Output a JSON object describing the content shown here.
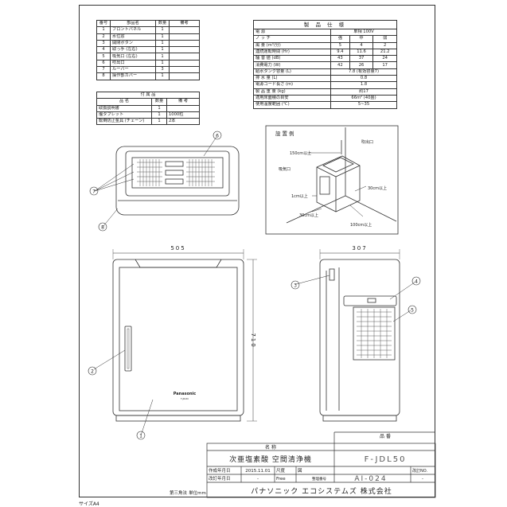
{
  "parts_table": {
    "headers": [
      "番号",
      "部品名",
      "数量",
      "備考"
    ],
    "rows": [
      [
        "1",
        "フロントパネル",
        "1",
        ""
      ],
      [
        "2",
        "水位窓",
        "1",
        ""
      ],
      [
        "3",
        "開閉ボタン",
        "1",
        ""
      ],
      [
        "4",
        "取っ手 (左右)",
        "1",
        ""
      ],
      [
        "5",
        "吸気口 (左右)",
        "1",
        ""
      ],
      [
        "6",
        "吹出口",
        "1",
        ""
      ],
      [
        "7",
        "ルーバー",
        "3",
        ""
      ],
      [
        "8",
        "操作部カバー",
        "1",
        ""
      ]
    ]
  },
  "accessory_table": {
    "title": "付 属 品",
    "headers": [
      "品 名",
      "数量",
      "備 考"
    ],
    "rows": [
      [
        "取扱説明書",
        "1",
        ""
      ],
      [
        "塩タブレット",
        "1",
        "1000粒"
      ],
      [
        "転倒防止金具 (チェーン)",
        "1",
        "2本"
      ]
    ]
  },
  "spec_table": {
    "title": "製 品 仕 様",
    "rows": [
      [
        "電 源",
        "単相 100V",
        "",
        ""
      ],
      [
        "ノ ッ チ",
        "強",
        "中",
        "弱"
      ],
      [
        "風 量 (m³/分)",
        "5",
        "4",
        "2"
      ],
      [
        "連続運転時間 (Hr)",
        "9.4",
        "11.6",
        "21.2"
      ],
      [
        "騒 音 値 (dB)",
        "43",
        "37",
        "24"
      ],
      [
        "消費電力 (W)",
        "42",
        "26",
        "17"
      ],
      [
        "給水タンク容量 (L)",
        "7.8 (有効容量7)",
        "",
        ""
      ],
      [
        "排 水 量 (L)",
        "0.8",
        "",
        ""
      ],
      [
        "電源コード長さ (m)",
        "1.8",
        "",
        ""
      ],
      [
        "製 品 重 量 (kg)",
        "約17",
        "",
        ""
      ],
      [
        "適用床面積の目安",
        "66m² (40畳)",
        "",
        ""
      ],
      [
        "使用温度範囲 (℃)",
        "5~35",
        "",
        ""
      ]
    ]
  },
  "install": {
    "title": "設置例",
    "top_clearance": "150cm以上",
    "outlet_label": "吹出口",
    "inlet_label": "吸気口",
    "right_clearance": "30cm以上",
    "side_clearance": "1cm以上",
    "back_clearance": "30cm以上",
    "front_clearance": "100cm以上"
  },
  "dimensions": {
    "width": "505",
    "depth": "307",
    "height": "710"
  },
  "callouts": [
    "1",
    "2",
    "3",
    "4",
    "5",
    "6",
    "7",
    "8"
  ],
  "brand": "Panasonic",
  "model_small": "F-JDL50",
  "title_block": {
    "name_header": "名 称",
    "number_header": "品 番",
    "product_name": "次亜塩素酸 空間清浄機",
    "product_number": "F-JDL50",
    "created_label": "作成年月日",
    "created_date": "2015.11.01",
    "scale_label": "尺度",
    "scale_value": "Free",
    "drawing_label": "図",
    "revision_label": "改訂年月日",
    "revision_value": "-",
    "manage_label": "整理番号",
    "manage_value": "AI-024",
    "revno_label": "改訂NO.",
    "revno_value": "-",
    "projection": "第三角法",
    "unit": "単位mm",
    "company": "パナソニック エコシステムズ 株式会社"
  },
  "paper_size": "サイズA4"
}
